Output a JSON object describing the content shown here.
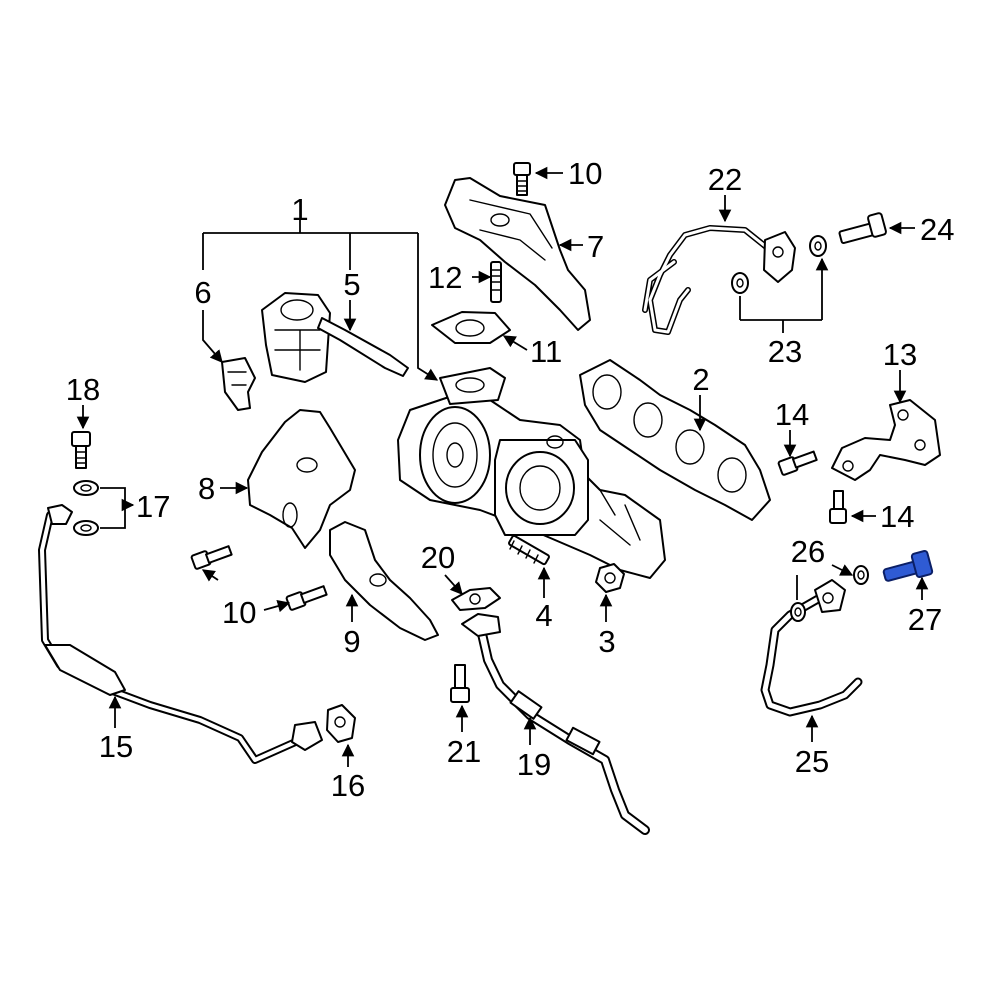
{
  "callouts": {
    "c1": "1",
    "c2": "2",
    "c3": "3",
    "c4": "4",
    "c5": "5",
    "c6": "6",
    "c7": "7",
    "c8": "8",
    "c9": "9",
    "c10a": "10",
    "c10b": "10",
    "c11": "11",
    "c12": "12",
    "c13": "13",
    "c14a": "14",
    "c14b": "14",
    "c15": "15",
    "c16": "16",
    "c17": "17",
    "c18": "18",
    "c19": "19",
    "c20": "20",
    "c21": "21",
    "c22": "22",
    "c23": "23",
    "c24": "24",
    "c25": "25",
    "c26": "26",
    "c27": "27"
  },
  "highlight": {
    "part": "27",
    "color": "#2f5bd4"
  }
}
